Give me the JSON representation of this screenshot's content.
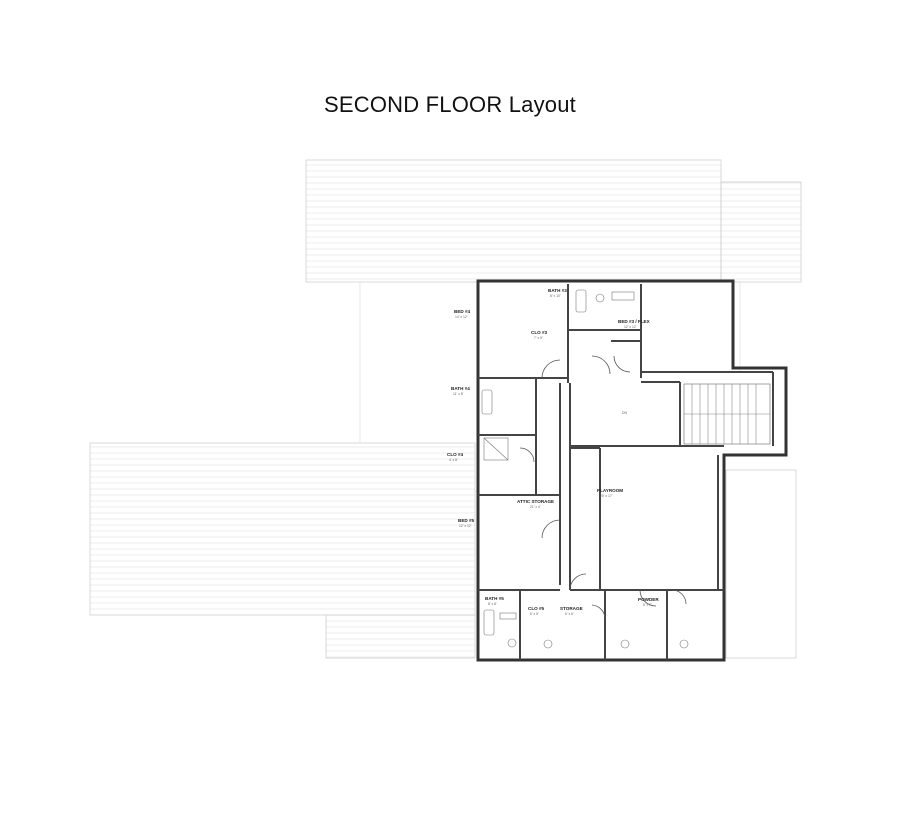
{
  "title": "SECOND FLOOR Layout",
  "rooms": {
    "bath3": {
      "name": "BATH #3",
      "dims": "8' x 10'"
    },
    "bed4": {
      "name": "BED #4",
      "dims": "14' x 12'"
    },
    "clo3": {
      "name": "CLO #3",
      "dims": "7' x 5'"
    },
    "bed3": {
      "name": "BED #3 / FLEX",
      "dims": "12' x 12'"
    },
    "bath4": {
      "name": "BATH #4",
      "dims": "11' x 8'"
    },
    "clo4": {
      "name": "CLO #4",
      "dims": "4' x 8'"
    },
    "attic": {
      "name": "ATTIC STORAGE",
      "dims": "21' x 4'"
    },
    "playroom": {
      "name": "PLAYROOM",
      "dims": "20' x 17'"
    },
    "bed5": {
      "name": "BED #5",
      "dims": "12' x 12'"
    },
    "bath5": {
      "name": "BATH #5",
      "dims": "8' x 8'"
    },
    "clo5": {
      "name": "CLO #5",
      "dims": "6' x 5'"
    },
    "storage": {
      "name": "STORAGE",
      "dims": "6' x 6'"
    },
    "powder": {
      "name": "POWDER",
      "dims": "5' x 7'"
    },
    "dn": "DN"
  }
}
